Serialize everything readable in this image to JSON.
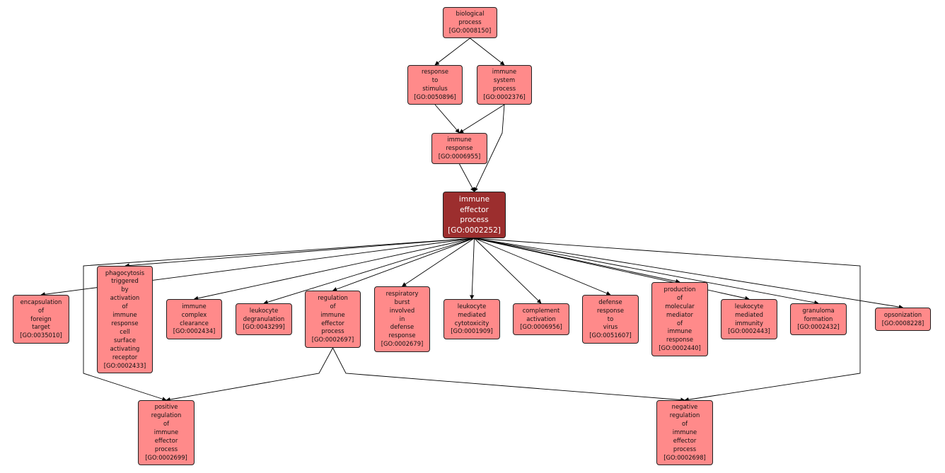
{
  "colors": {
    "node_fill": "#ff8a8a",
    "focus_fill": "#9c2e2e",
    "border": "#202020",
    "edge": "#000000"
  },
  "nodes": {
    "biological_process": {
      "lines": [
        "biological",
        "process",
        "[GO:0008150]"
      ]
    },
    "response_to_stimulus": {
      "lines": [
        "response",
        "to",
        "stimulus",
        "[GO:0050896]"
      ]
    },
    "immune_system_process": {
      "lines": [
        "immune",
        "system",
        "process",
        "[GO:0002376]"
      ]
    },
    "immune_response": {
      "lines": [
        "immune",
        "response",
        "[GO:0006955]"
      ]
    },
    "immune_effector_process": {
      "lines": [
        "immune",
        "effector",
        "process",
        "[GO:0002252]"
      ]
    },
    "encapsulation_of_foreign_target": {
      "lines": [
        "encapsulation",
        "of",
        "foreign",
        "target",
        "[GO:0035010]"
      ]
    },
    "phagocytosis": {
      "lines": [
        "phagocytosis",
        "triggered",
        "by",
        "activation",
        "of",
        "immune",
        "response",
        "cell",
        "surface",
        "activating",
        "receptor",
        "[GO:0002433]"
      ]
    },
    "immune_complex_clearance": {
      "lines": [
        "immune",
        "complex",
        "clearance",
        "[GO:0002434]"
      ]
    },
    "leukocyte_degranulation": {
      "lines": [
        "leukocyte",
        "degranulation",
        "[GO:0043299]"
      ]
    },
    "regulation_of_immune_effector_process": {
      "lines": [
        "regulation",
        "of",
        "immune",
        "effector",
        "process",
        "[GO:0002697]"
      ]
    },
    "respiratory_burst": {
      "lines": [
        "respiratory",
        "burst",
        "involved",
        "in",
        "defense",
        "response",
        "[GO:0002679]"
      ]
    },
    "leukocyte_mediated_cytotoxicity": {
      "lines": [
        "leukocyte",
        "mediated",
        "cytotoxicity",
        "[GO:0001909]"
      ]
    },
    "complement_activation": {
      "lines": [
        "complement",
        "activation",
        "[GO:0006956]"
      ]
    },
    "defense_response_to_virus": {
      "lines": [
        "defense",
        "response",
        "to",
        "virus",
        "[GO:0051607]"
      ]
    },
    "production_of_molecular_mediator": {
      "lines": [
        "production",
        "of",
        "molecular",
        "mediator",
        "of",
        "immune",
        "response",
        "[GO:0002440]"
      ]
    },
    "leukocyte_mediated_immunity": {
      "lines": [
        "leukocyte",
        "mediated",
        "immunity",
        "[GO:0002443]"
      ]
    },
    "granuloma_formation": {
      "lines": [
        "granuloma",
        "formation",
        "[GO:0002432]"
      ]
    },
    "opsonization": {
      "lines": [
        "opsonization",
        "[GO:0008228]"
      ]
    },
    "positive_regulation": {
      "lines": [
        "positive",
        "regulation",
        "of",
        "immune",
        "effector",
        "process",
        "[GO:0002699]"
      ]
    },
    "negative_regulation": {
      "lines": [
        "negative",
        "regulation",
        "of",
        "immune",
        "effector",
        "process",
        "[GO:0002698]"
      ]
    }
  },
  "edges": [
    [
      "biological_process",
      "response_to_stimulus"
    ],
    [
      "biological_process",
      "immune_system_process"
    ],
    [
      "response_to_stimulus",
      "immune_response"
    ],
    [
      "immune_system_process",
      "immune_response"
    ],
    [
      "immune_system_process",
      "immune_effector_process"
    ],
    [
      "immune_response",
      "immune_effector_process"
    ],
    [
      "immune_effector_process",
      "encapsulation_of_foreign_target"
    ],
    [
      "immune_effector_process",
      "phagocytosis"
    ],
    [
      "immune_effector_process",
      "immune_complex_clearance"
    ],
    [
      "immune_effector_process",
      "leukocyte_degranulation"
    ],
    [
      "immune_effector_process",
      "regulation_of_immune_effector_process"
    ],
    [
      "immune_effector_process",
      "respiratory_burst"
    ],
    [
      "immune_effector_process",
      "leukocyte_mediated_cytotoxicity"
    ],
    [
      "immune_effector_process",
      "complement_activation"
    ],
    [
      "immune_effector_process",
      "defense_response_to_virus"
    ],
    [
      "immune_effector_process",
      "production_of_molecular_mediator"
    ],
    [
      "immune_effector_process",
      "leukocyte_mediated_immunity"
    ],
    [
      "immune_effector_process",
      "granuloma_formation"
    ],
    [
      "immune_effector_process",
      "opsonization"
    ],
    [
      "immune_effector_process",
      "positive_regulation"
    ],
    [
      "immune_effector_process",
      "negative_regulation"
    ],
    [
      "regulation_of_immune_effector_process",
      "positive_regulation"
    ],
    [
      "regulation_of_immune_effector_process",
      "negative_regulation"
    ]
  ]
}
